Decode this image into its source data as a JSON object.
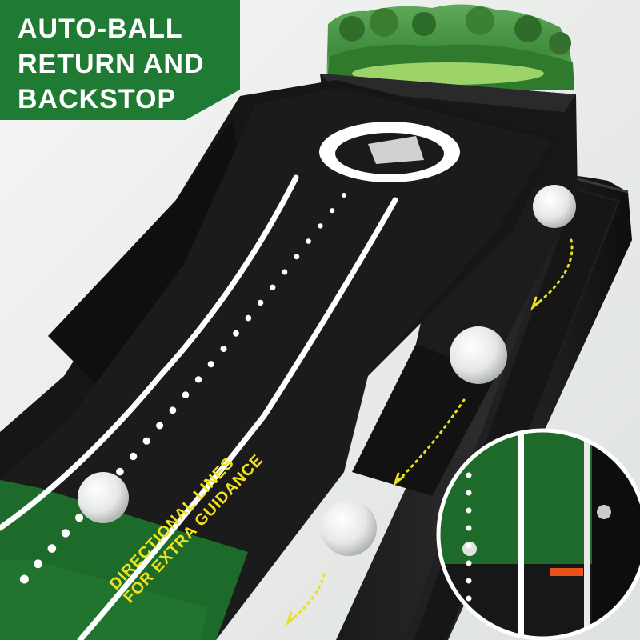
{
  "banner": {
    "lines": [
      "AUTO-BALL",
      "RETURN AND",
      "BACKSTOP"
    ],
    "background_color": "#1f7a33",
    "text_color": "#ffffff"
  },
  "callout": {
    "lines": [
      "DIRECTIONAL LINES",
      "FOR EXTRA GUIDANCE"
    ],
    "text_color": "#f2e21a"
  },
  "colors": {
    "mat_black": "#141414",
    "turf_green": "#1d6b2a",
    "line_white": "#ffffff",
    "arrow_yellow": "#e8e020",
    "marker_orange": "#e8521a"
  }
}
